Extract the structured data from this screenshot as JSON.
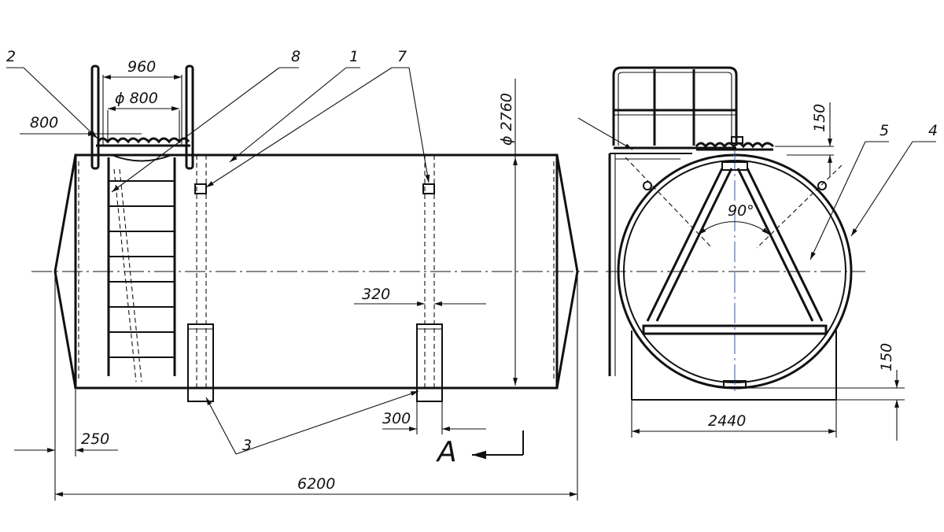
{
  "callouts": {
    "c1": "1",
    "c2": "2",
    "c3": "3",
    "c4": "4",
    "c5": "5",
    "c7": "7",
    "c8": "8"
  },
  "dimensions": {
    "ladder_width": "960",
    "hatch_diameter": "ϕ 800",
    "hatch_offset": "800",
    "tank_diameter": "ϕ 2760",
    "support_gap_320": "320",
    "support_width_300": "300",
    "cone_length": "250",
    "overall_length": "6200",
    "saddle_width": "2440",
    "top_offset_150": "150",
    "bottom_offset_150": "150",
    "angle": "90°"
  },
  "view_label": "A"
}
